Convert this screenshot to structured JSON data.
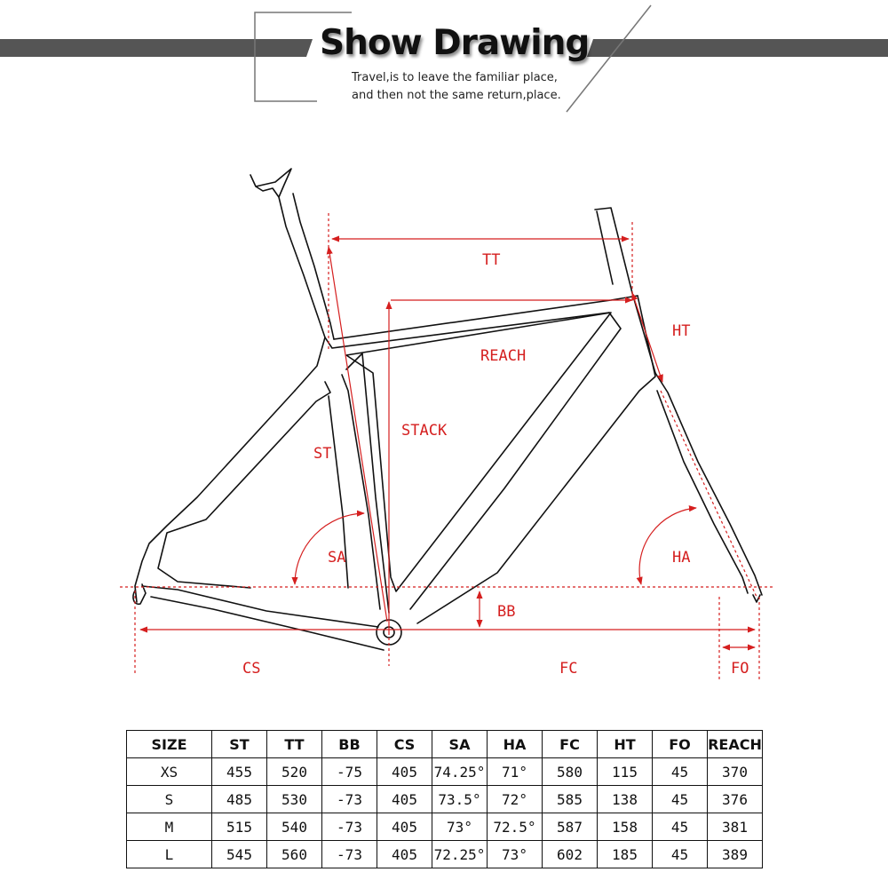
{
  "banner": {
    "title": "Show Drawing",
    "subtitle_line1": "Travel,is to leave the familiar place,",
    "subtitle_line2": "and then not the same return,place."
  },
  "diagram": {
    "labels": {
      "tt": "TT",
      "reach": "REACH",
      "ht": "HT",
      "stack": "STACK",
      "st": "ST",
      "sa": "SA",
      "ha": "HA",
      "bb": "BB",
      "cs": "CS",
      "fc": "FC",
      "fo": "FO"
    },
    "colors": {
      "frame": "#111111",
      "dimension": "#d51f1f"
    }
  },
  "table": {
    "headers": [
      "SIZE",
      "ST",
      "TT",
      "BB",
      "CS",
      "SA",
      "HA",
      "FC",
      "HT",
      "FO",
      "REACH"
    ],
    "rows": [
      [
        "XS",
        "455",
        "520",
        "-75",
        "405",
        "74.25°",
        "71°",
        "580",
        "115",
        "45",
        "370"
      ],
      [
        "S",
        "485",
        "530",
        "-73",
        "405",
        "73.5°",
        "72°",
        "585",
        "138",
        "45",
        "376"
      ],
      [
        "M",
        "515",
        "540",
        "-73",
        "405",
        "73°",
        "72.5°",
        "587",
        "158",
        "45",
        "381"
      ],
      [
        "L",
        "545",
        "560",
        "-73",
        "405",
        "72.25°",
        "73°",
        "602",
        "185",
        "45",
        "389"
      ]
    ]
  }
}
